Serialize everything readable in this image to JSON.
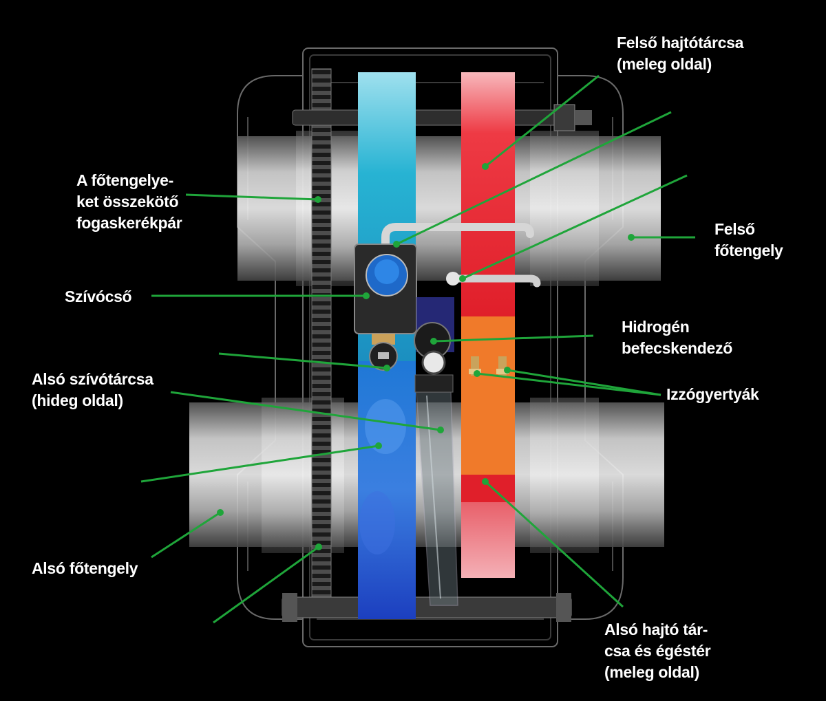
{
  "labels": {
    "upper_drive_disc": [
      "Felső hajtótárcsa",
      "(meleg oldal)"
    ],
    "gear_pair": [
      "A főtengelye-",
      "ket összekötő",
      "fogaskerékpár"
    ],
    "upper_crankshaft": [
      "Felső",
      "főtengely"
    ],
    "intake_pipe": [
      "Szívócső"
    ],
    "hydrogen_injector": [
      "Hidrogén",
      "befecskendező"
    ],
    "glow_plugs": [
      "Izzógyertyák"
    ],
    "lower_intake_disc": [
      "Alsó szívótárcsa",
      "(hideg oldal)"
    ],
    "lower_crankshaft": [
      "Alsó főtengely"
    ],
    "lower_drive_disc": [
      "Alsó hajtó tár-",
      "csa és égéstér",
      "(meleg oldal)"
    ]
  },
  "colors": {
    "background": "#000000",
    "leader_line": "#1fa53a",
    "label_text": "#ffffff",
    "cold_side": "#2aa9d6",
    "hot_side": "#e8232b",
    "combustion": "#f07a2a",
    "shaft": "#c9c9c9"
  }
}
